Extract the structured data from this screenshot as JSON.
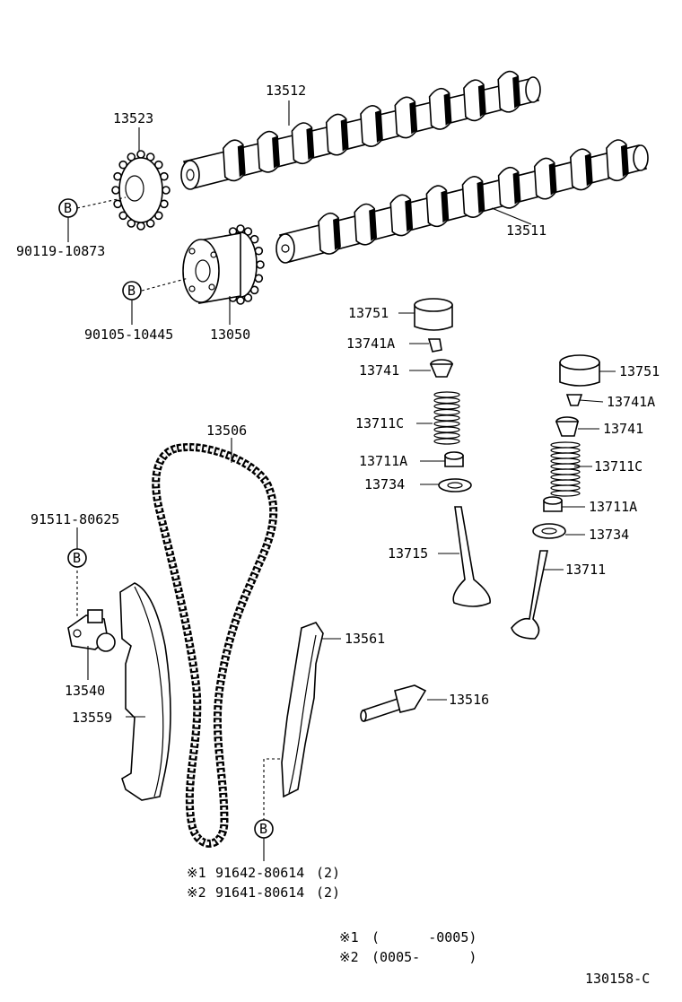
{
  "diagram": {
    "parts": {
      "p13512": "13512",
      "p13523": "13523",
      "p13511": "13511",
      "p90119": "90119-10873",
      "p90105": "90105-10445",
      "p13050": "13050",
      "p13751_l": "13751",
      "p13741a_l": "13741A",
      "p13741_l": "13741",
      "p13711c_l": "13711C",
      "p13711a_l": "13711A",
      "p13734_l": "13734",
      "p13715": "13715",
      "p13751_r": "13751",
      "p13741a_r": "13741A",
      "p13741_r": "13741",
      "p13711c_r": "13711C",
      "p13711a_r": "13711A",
      "p13734_r": "13734",
      "p13711": "13711",
      "p13506": "13506",
      "p91511": "91511-80625",
      "p13540": "13540",
      "p13559": "13559",
      "p13561": "13561",
      "p13516": "13516"
    },
    "callout_b": "B",
    "bolt_notes": [
      {
        "mark": "※1",
        "part": "91642-80614",
        "qty": "(2)"
      },
      {
        "mark": "※2",
        "part": "91641-80614",
        "qty": "(2)"
      }
    ],
    "footnotes": [
      {
        "mark": "※1",
        "range": "(      -0005)"
      },
      {
        "mark": "※2",
        "range": "(0005-      )"
      }
    ],
    "figure_code": "130158-C"
  }
}
